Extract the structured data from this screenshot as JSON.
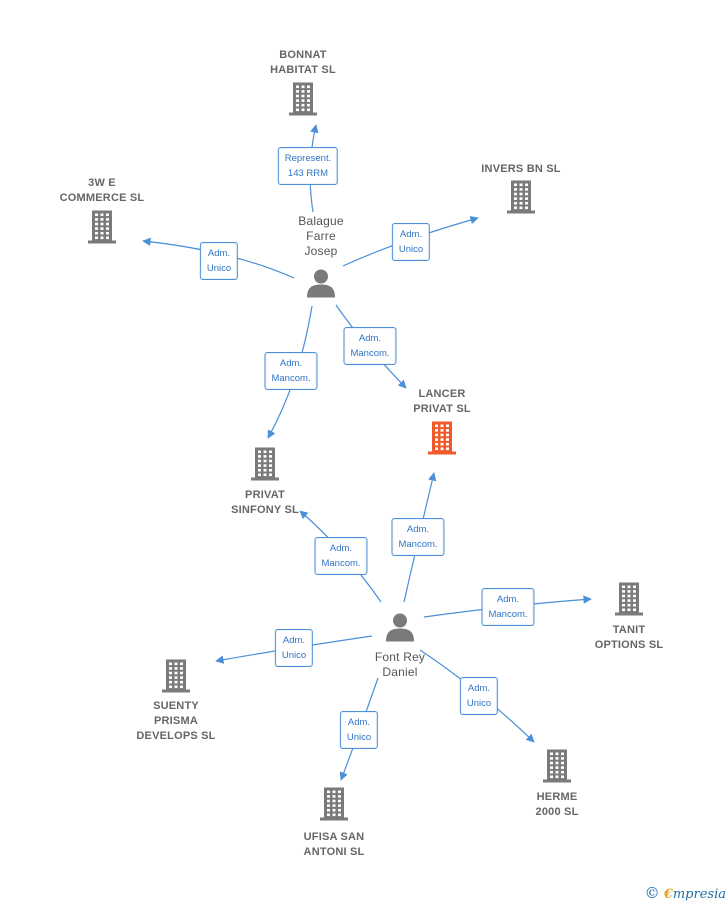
{
  "nodes": [
    {
      "id": "bonnat",
      "kind": "company",
      "label": [
        "BONNAT",
        "HABITAT  SL"
      ]
    },
    {
      "id": "w3e",
      "kind": "company",
      "label": [
        "3W E",
        "COMMERCE SL"
      ]
    },
    {
      "id": "invers",
      "kind": "company",
      "label": [
        "INVERS BN  SL"
      ]
    },
    {
      "id": "balague",
      "kind": "person",
      "label": [
        "Balague",
        "Farre",
        "Josep"
      ]
    },
    {
      "id": "lancer",
      "kind": "company",
      "highlight": true,
      "label": [
        "LANCER",
        "PRIVAT  SL"
      ]
    },
    {
      "id": "privat",
      "kind": "company",
      "label": [
        "PRIVAT",
        "SINFONY  SL"
      ]
    },
    {
      "id": "tanit",
      "kind": "company",
      "label": [
        "TANIT",
        "OPTIONS  SL"
      ]
    },
    {
      "id": "font",
      "kind": "person",
      "label": [
        "Font Rey",
        "Daniel"
      ]
    },
    {
      "id": "suenty",
      "kind": "company",
      "label": [
        "SUENTY",
        "PRISMA",
        "DEVELOPS  SL"
      ]
    },
    {
      "id": "herme",
      "kind": "company",
      "label": [
        "HERME",
        "2000 SL"
      ]
    },
    {
      "id": "ufisa",
      "kind": "company",
      "label": [
        "UFISA SAN",
        "ANTONI  SL"
      ]
    }
  ],
  "edges": [
    {
      "from": "balague",
      "to": "bonnat",
      "label": [
        "Represent.",
        "143 RRM"
      ]
    },
    {
      "from": "balague",
      "to": "w3e",
      "label": [
        "Adm.",
        "Unico"
      ]
    },
    {
      "from": "balague",
      "to": "invers",
      "label": [
        "Adm.",
        "Unico"
      ]
    },
    {
      "from": "balague",
      "to": "lancer",
      "label": [
        "Adm.",
        "Mancom."
      ]
    },
    {
      "from": "balague",
      "to": "privat",
      "label": [
        "Adm.",
        "Mancom."
      ]
    },
    {
      "from": "font",
      "to": "lancer",
      "label": [
        "Adm.",
        "Mancom."
      ]
    },
    {
      "from": "font",
      "to": "privat",
      "label": [
        "Adm.",
        "Mancom."
      ]
    },
    {
      "from": "font",
      "to": "tanit",
      "label": [
        "Adm.",
        "Mancom."
      ]
    },
    {
      "from": "font",
      "to": "suenty",
      "label": [
        "Adm.",
        "Unico"
      ]
    },
    {
      "from": "font",
      "to": "herme",
      "label": [
        "Adm.",
        "Unico"
      ]
    },
    {
      "from": "font",
      "to": "ufisa",
      "label": [
        "Adm.",
        "Unico"
      ]
    }
  ],
  "colors": {
    "company": "#7a7a7a",
    "highlight": "#f05a28",
    "person": "#7a7a7a",
    "edge": "#4a8fd8",
    "edge_label_text": "#2f75c5"
  },
  "footer": {
    "copyright": "©",
    "brand_initial": "€",
    "brand_rest": "mpresia"
  }
}
